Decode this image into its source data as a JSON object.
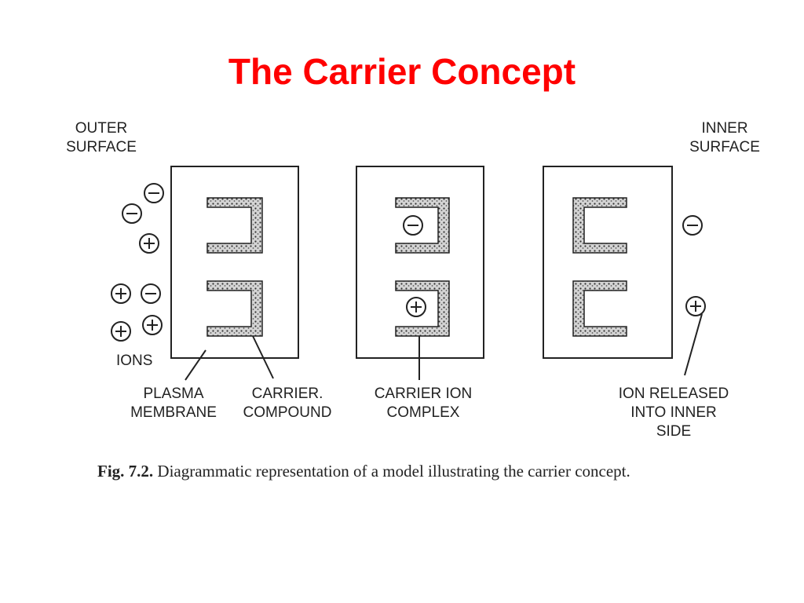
{
  "title": "The Carrier Concept",
  "colors": {
    "title": "#ff0000",
    "ink": "#222222",
    "stipple": "#c8c8c8"
  },
  "labels": {
    "outer_surface": [
      "OUTER",
      "SURFACE"
    ],
    "inner_surface": [
      "INNER",
      "SURFACE"
    ],
    "ions": "IONS",
    "plasma_membrane": [
      "PLASMA",
      "MEMBRANE"
    ],
    "carrier_compound": [
      "CARRIER.",
      "COMPOUND"
    ],
    "carrier_ion_complex": [
      "CARRIER ION",
      "COMPLEX"
    ],
    "ion_released": [
      "ION RELEASED",
      "INTO INNER",
      "SIDE"
    ]
  },
  "ion_symbols": {
    "positive": "+",
    "negative": "−"
  },
  "caption": {
    "fig": "Fig. 7.2.",
    "text": "Diagrammatic representation of a model illustrating the carrier concept."
  }
}
